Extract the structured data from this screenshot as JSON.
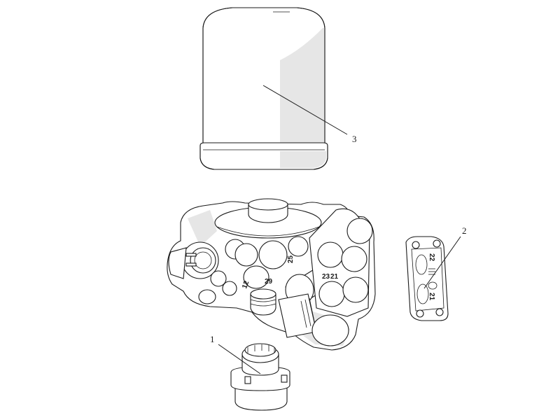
{
  "callouts": {
    "cap": "1",
    "cover": "2",
    "cartridge": "3"
  },
  "port_labels": {
    "p25": "25",
    "p29": "29",
    "p12": "12",
    "p23": "23",
    "p21": "21",
    "p22": "22",
    "p21b": "21"
  }
}
